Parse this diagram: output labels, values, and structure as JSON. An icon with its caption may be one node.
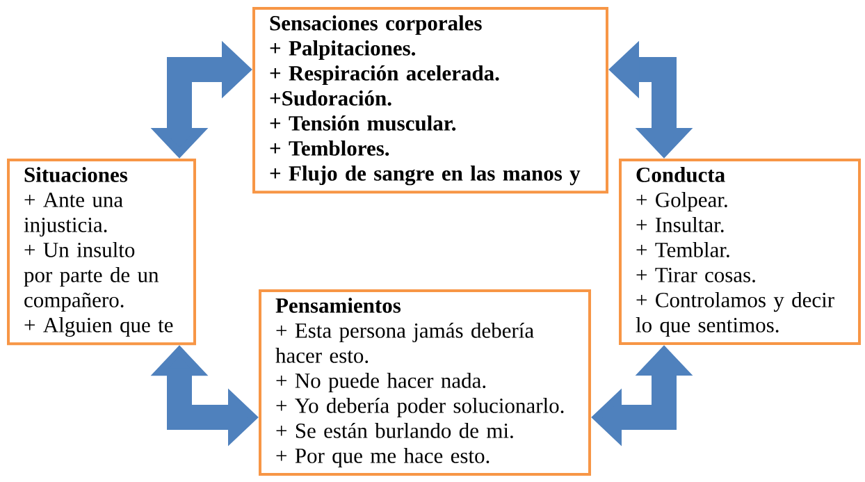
{
  "diagram": {
    "nodes": [
      {
        "text": [
          "Sensaciones corporales",
          "+ Palpitaciones.",
          "+ Respiración acelerada.",
          "+Sudoración.",
          "+ Tensión muscular.",
          "+ Temblores.",
          "+ Flujo de sangre en las manos y"
        ]
      },
      {
        "text": [
          "Situaciones",
          "+ Ante una injusticia.",
          "+ Un insulto por parte de un compañero.",
          "+ Alguien que te"
        ]
      },
      {
        "text": [
          "Conducta",
          "+ Golpear.",
          "+ Insultar.",
          "+ Temblar.",
          "+ Tirar cosas.",
          "+ Controlamos y decir lo que sentimos."
        ]
      },
      {
        "text": [
          "Pensamientos",
          "+ Esta persona jamás debería hacer esto.",
          "+ No puede hacer nada.",
          "+ Yo debería poder solucionarlo.",
          "+ Se están burlando de mi.",
          "+ Por que me hace esto."
        ]
      }
    ],
    "edges": [
      {
        "from": 1,
        "to": 0,
        "arrow": "both"
      },
      {
        "from": 0,
        "to": 2,
        "arrow": "both"
      },
      {
        "from": 2,
        "to": 3,
        "arrow": "both"
      },
      {
        "from": 1,
        "to": 3,
        "arrow": "both"
      }
    ]
  }
}
